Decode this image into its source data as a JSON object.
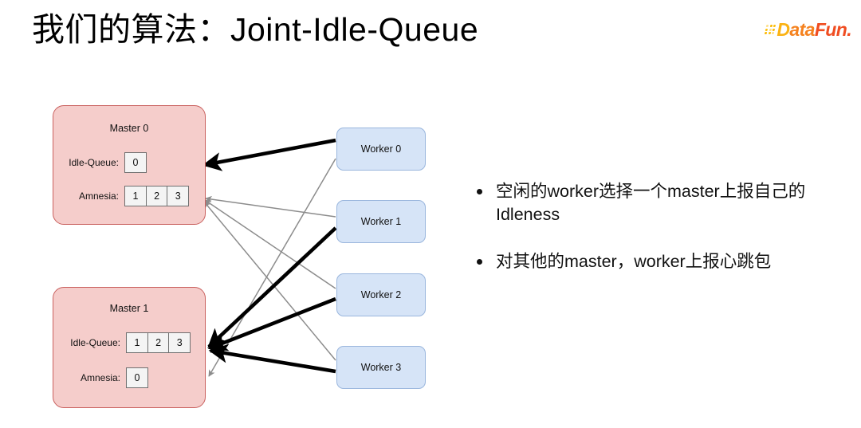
{
  "header": {
    "title": "我们的算法：Joint-Idle-Queue",
    "logo": {
      "name": "datafun-logo",
      "part_a": "D",
      "part_b": "ata",
      "part_c": "Fun.",
      "colors": {
        "yellow": "#fbb314",
        "orange": "#f5821f",
        "red_orange": "#f04d21"
      }
    }
  },
  "diagram": {
    "masters": [
      {
        "id": "master-0",
        "title": "Master 0",
        "fields": [
          {
            "label": "Idle-Queue:",
            "cells": [
              "0"
            ]
          },
          {
            "label": "Amnesia:",
            "cells": [
              "1",
              "2",
              "3"
            ]
          }
        ]
      },
      {
        "id": "master-1",
        "title": "Master 1",
        "fields": [
          {
            "label": "Idle-Queue:",
            "cells": [
              "1",
              "2",
              "3"
            ]
          },
          {
            "label": "Amnesia:",
            "cells": [
              "0"
            ]
          }
        ]
      }
    ],
    "workers": [
      {
        "id": "worker-0",
        "label": "Worker 0"
      },
      {
        "id": "worker-1",
        "label": "Worker 1"
      },
      {
        "id": "worker-2",
        "label": "Worker 2"
      },
      {
        "id": "worker-3",
        "label": "Worker 3"
      }
    ],
    "colors": {
      "master_fill": "#f5cdcb",
      "master_stroke": "#c9605e",
      "worker_fill": "#d6e4f7",
      "worker_stroke": "#9ab6dd",
      "cell_fill": "#f4f4f4",
      "cell_stroke": "#6f6f6f",
      "idleness_edge": "#000000",
      "heartbeat_edge": "#8c8c8c"
    },
    "edges": [
      {
        "from": "worker-0",
        "to": "master-0",
        "kind": "idleness"
      },
      {
        "from": "worker-1",
        "to": "master-1",
        "kind": "idleness"
      },
      {
        "from": "worker-2",
        "to": "master-1",
        "kind": "idleness"
      },
      {
        "from": "worker-3",
        "to": "master-1",
        "kind": "idleness"
      },
      {
        "from": "worker-0",
        "to": "master-1",
        "kind": "heartbeat"
      },
      {
        "from": "worker-1",
        "to": "master-0",
        "kind": "heartbeat"
      },
      {
        "from": "worker-2",
        "to": "master-0",
        "kind": "heartbeat"
      },
      {
        "from": "worker-3",
        "to": "master-0",
        "kind": "heartbeat"
      }
    ]
  },
  "bullets": [
    "空闲的worker选择一个master上报自己的Idleness",
    "对其他的master，worker上报心跳包"
  ]
}
